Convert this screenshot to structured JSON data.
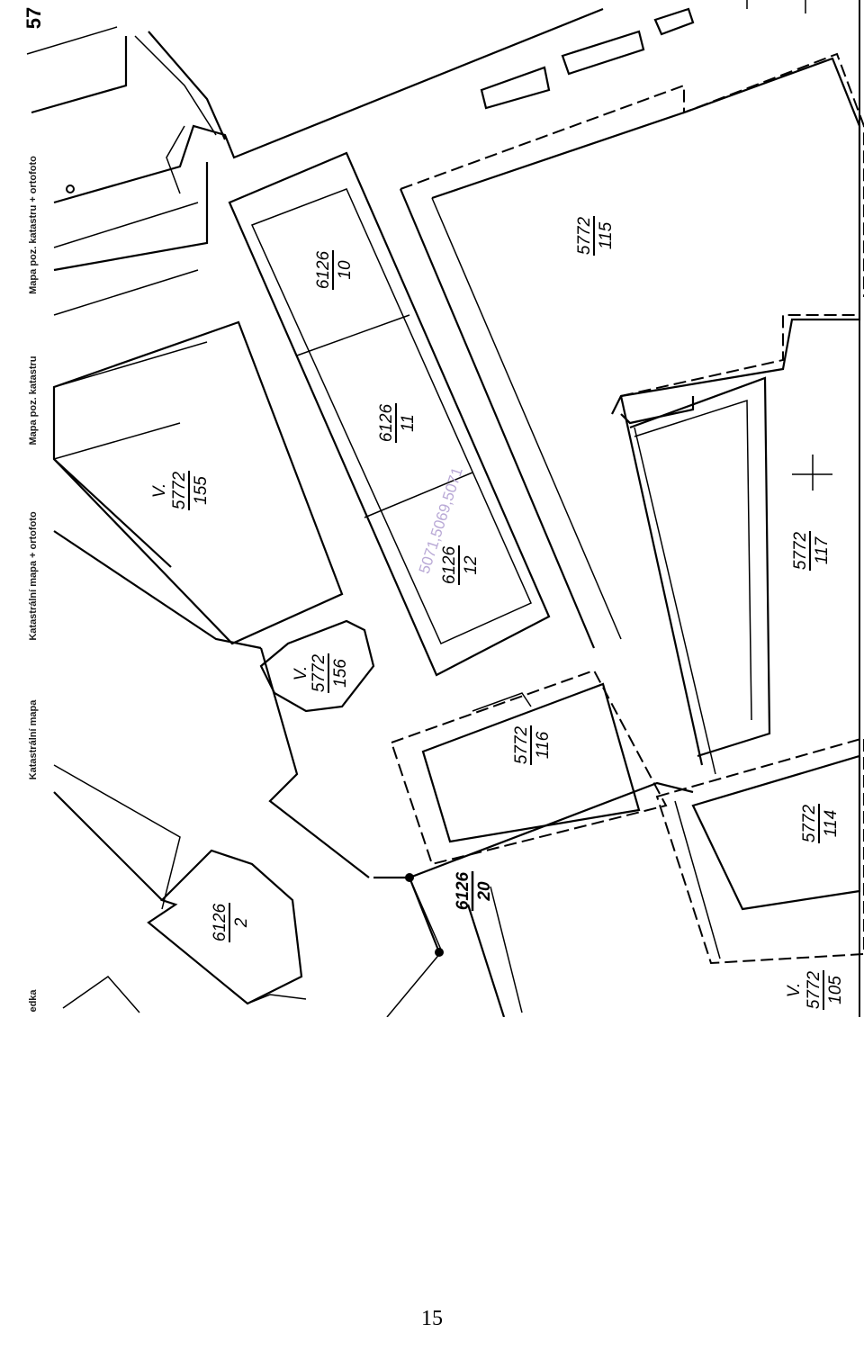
{
  "page": {
    "number": "57",
    "footer_number": "15"
  },
  "tabs": [
    {
      "id": "cut",
      "label": "edka"
    },
    {
      "id": "katastralni-mapa",
      "label": "Katastrální mapa"
    },
    {
      "id": "katastralni-mapa-ortofoto",
      "label": "Katastrální mapa + ortofoto"
    },
    {
      "id": "mapa-poz-katastru",
      "label": "Mapa poz. katastru"
    },
    {
      "id": "mapa-poz-katastru-ortofoto",
      "label": "Mapa poz. katastru + ortofoto"
    }
  ],
  "parcels": [
    {
      "id": "p-6126-10",
      "num": "6126",
      "sub": "10"
    },
    {
      "id": "p-6126-11",
      "num": "6126",
      "sub": "11"
    },
    {
      "id": "p-6126-12",
      "num": "6126",
      "sub": "12"
    },
    {
      "id": "p-5772-115",
      "num": "5772",
      "sub": "115"
    },
    {
      "id": "p-5772-117",
      "num": "5772",
      "sub": "117"
    },
    {
      "id": "p-5772-155",
      "num": "5772",
      "sub": "155"
    },
    {
      "id": "p-5772-156",
      "num": "5772",
      "sub": "156"
    },
    {
      "id": "p-5772-116",
      "num": "5772",
      "sub": "116"
    },
    {
      "id": "p-5772-114",
      "num": "5772",
      "sub": "114"
    },
    {
      "id": "p-6126-2",
      "num": "6126",
      "sub": "2"
    },
    {
      "id": "p-6126-20",
      "num": "6126",
      "sub": "20"
    },
    {
      "id": "p-5772-105",
      "num": "5772",
      "sub": "105"
    }
  ],
  "watermark": "5071,5069,5071",
  "symbols": {
    "v_mark": "V."
  },
  "colors": {
    "line": "#000000",
    "watermark": "#b9a9d6",
    "background": "#ffffff"
  }
}
